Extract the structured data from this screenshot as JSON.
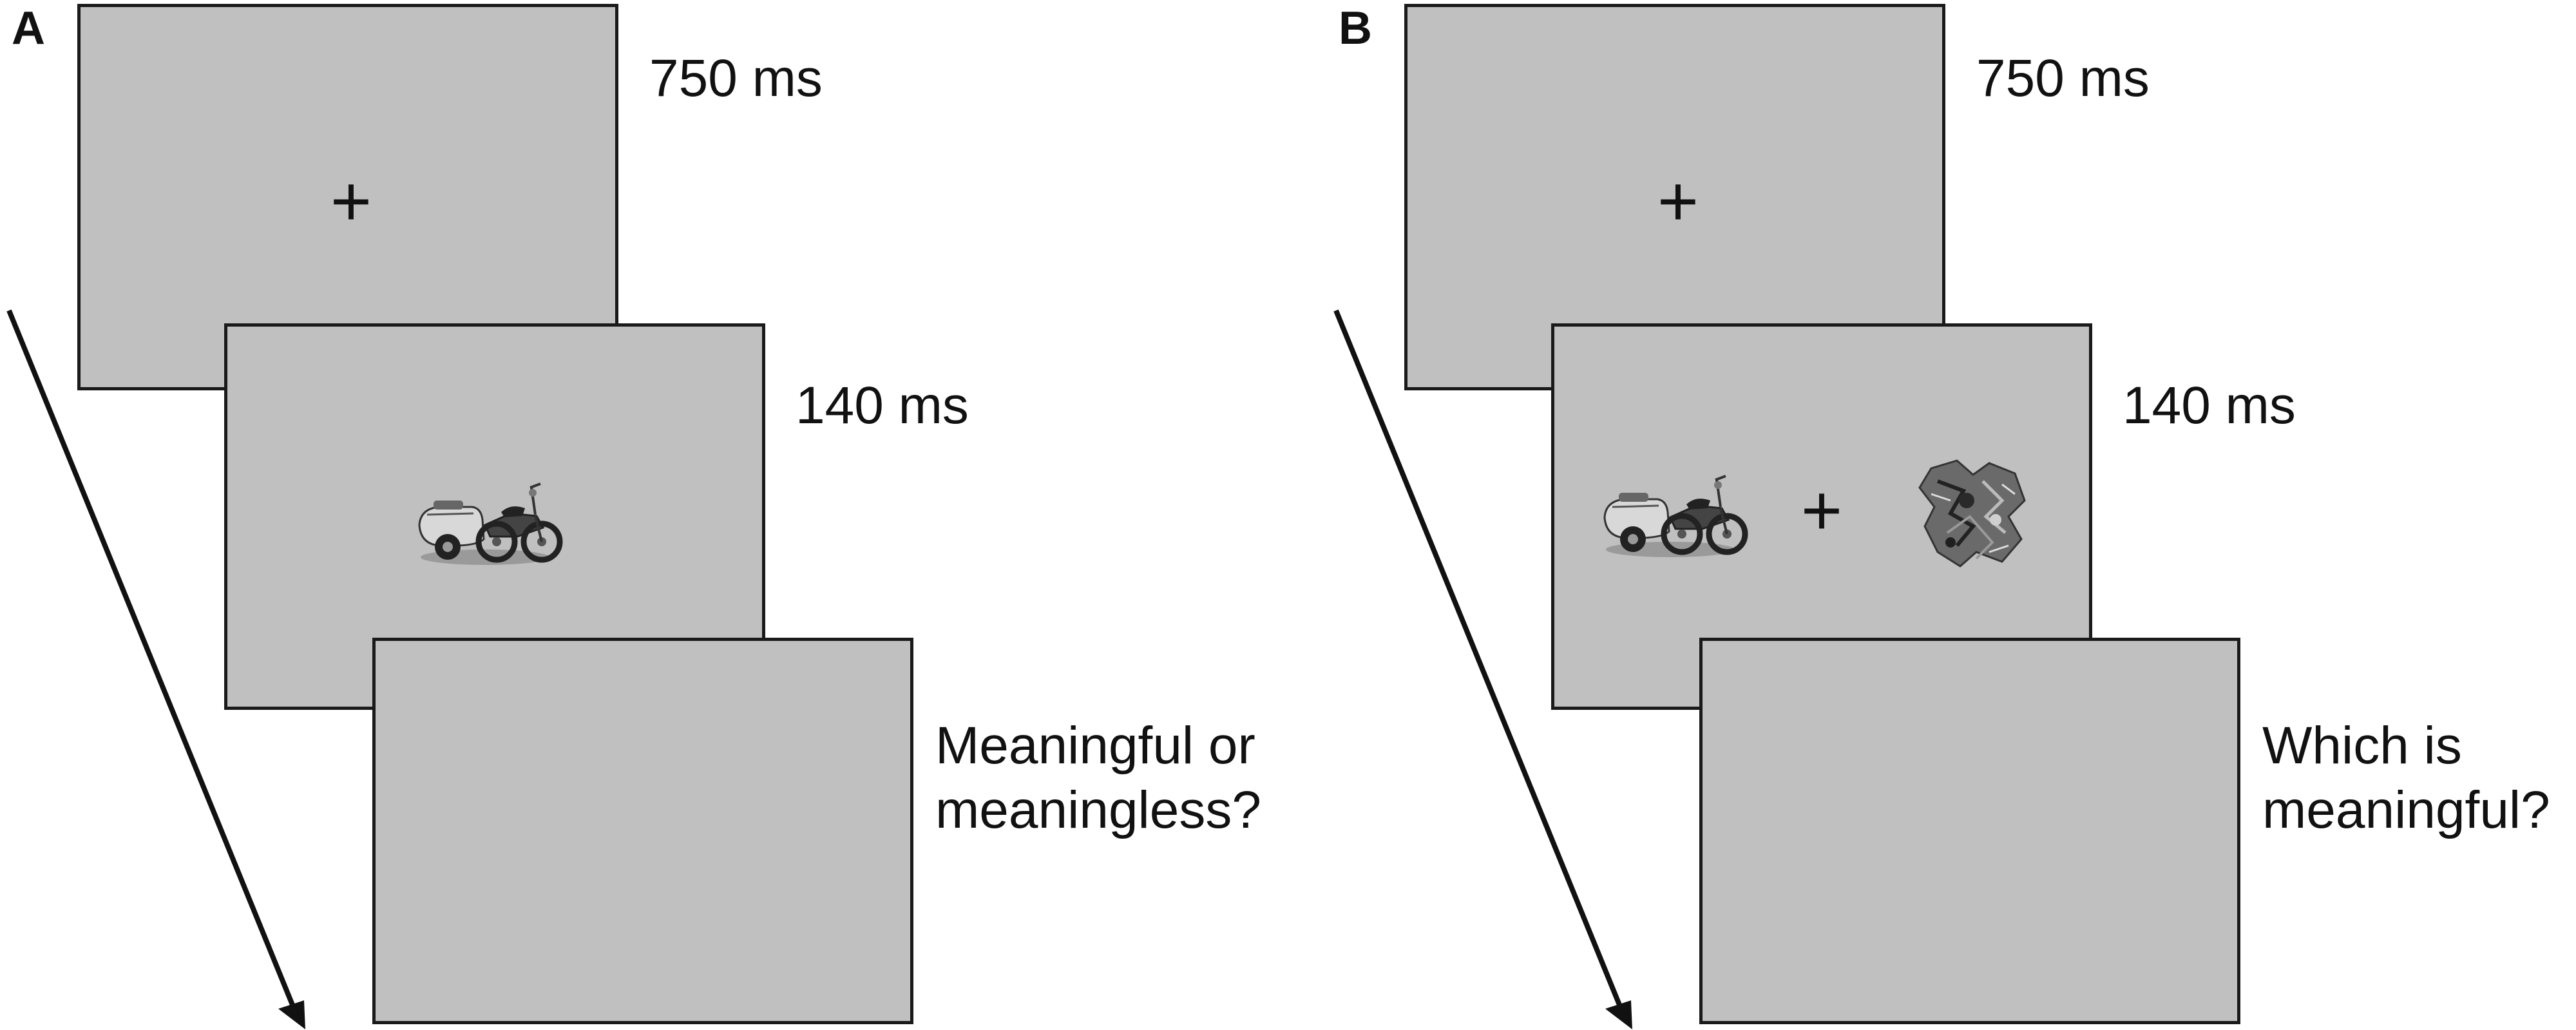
{
  "panels": [
    {
      "letter": "A",
      "timings": [
        "750 ms",
        "140 ms"
      ],
      "question_lines": [
        "Meaningful or",
        "meaningless?"
      ],
      "fixation": "+"
    },
    {
      "letter": "B",
      "timings": [
        "750 ms",
        "140 ms"
      ],
      "question_lines": [
        "Which is",
        "meaningful?"
      ],
      "fixation": "+"
    }
  ],
  "colors": {
    "screen": "#c0c0c0",
    "border": "#1a1a1a",
    "arrow": "#111111"
  }
}
